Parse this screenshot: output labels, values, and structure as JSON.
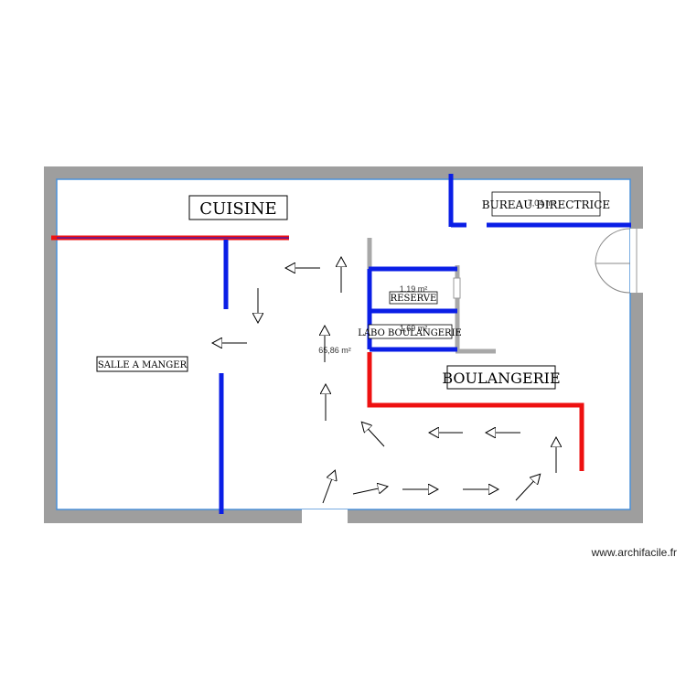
{
  "rooms": {
    "cuisine": "CUISINE",
    "salle": "SALLE A MANGER",
    "bureau": "BUREAU DIRECTRICE",
    "reserve": "RESERVE",
    "labo": "LABO BOULANGERIE",
    "boulangerie": "BOULANGERIE"
  },
  "areas": {
    "bureau": "7,04 m²",
    "reserve": "1,19 m²",
    "labo": "1,69 m²",
    "main": "65,86 m²"
  },
  "watermark": "www.archifacile.fr",
  "colors": {
    "wall": "#9e9e9e",
    "floor_outline": "#4a90d9",
    "blue_partition": "#0a1ee6",
    "red_partition": "#ee1111",
    "grey_partition": "#a8a8a8"
  }
}
